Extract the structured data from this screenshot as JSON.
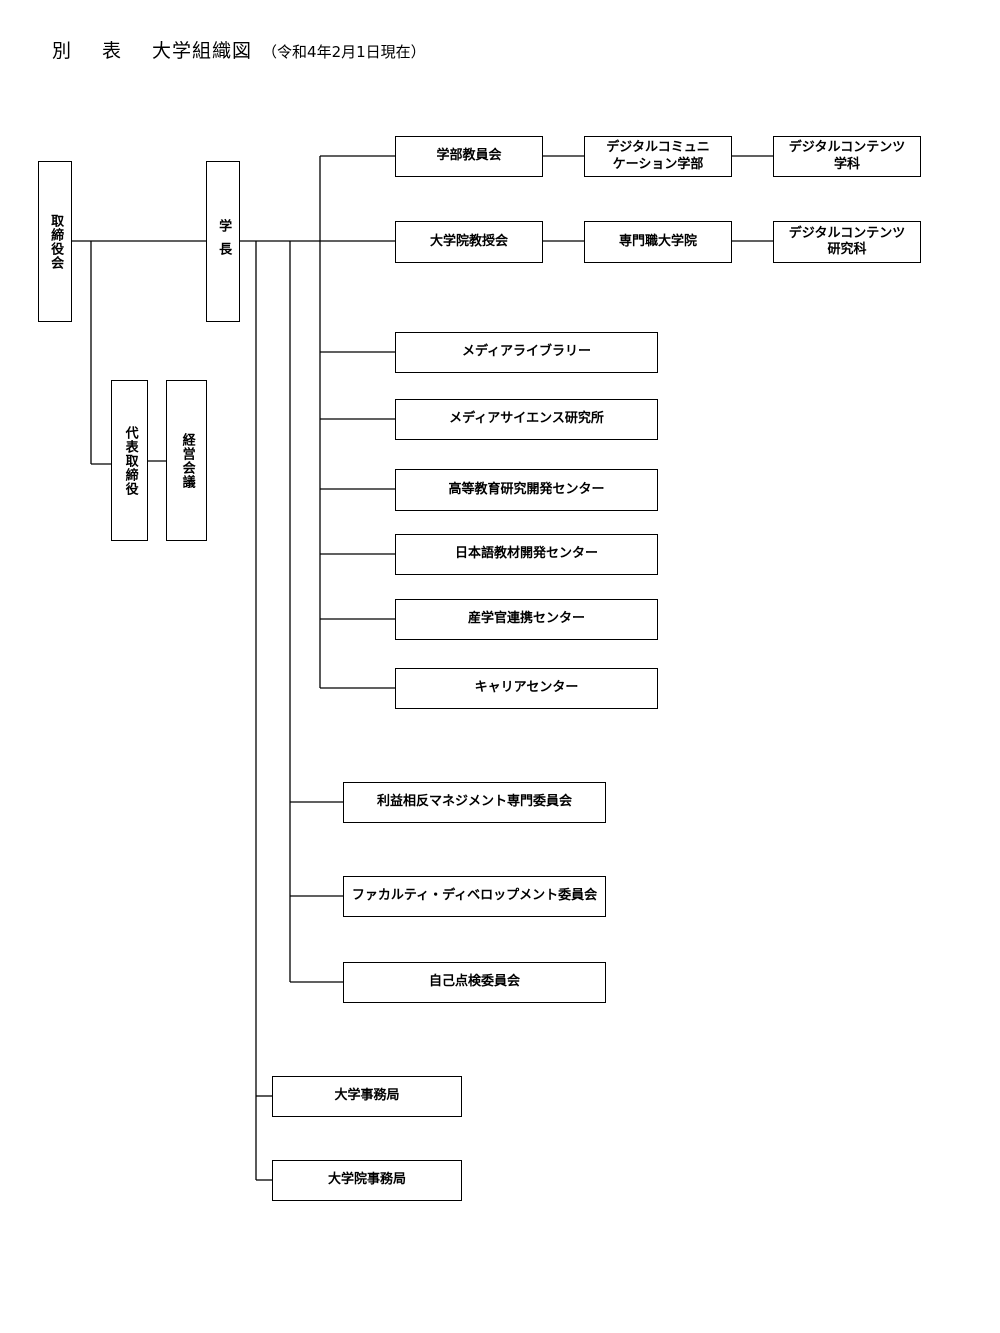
{
  "title": {
    "main_a": "別",
    "main_b": "表",
    "main_c": "大学組織図",
    "date": "（令和4年2月1日現在）"
  },
  "nodes": {
    "board": "取締役会",
    "president": "学長",
    "ceo": "代表取締役",
    "management_council": "経営会議",
    "faculty_meeting": "学部教員会",
    "faculty": {
      "line1": "デジタルコミュニ",
      "line2": "ケーション学部"
    },
    "dept": {
      "line1": "デジタルコンテンツ",
      "line2": "学科"
    },
    "grad_professors": "大学院教授会",
    "prof_grad_school": "専門職大学院",
    "grad_dept": {
      "line1": "デジタルコンテンツ",
      "line2": "研究科"
    },
    "media_library": "メディアライブラリー",
    "media_science": "メディアサイエンス研究所",
    "higher_ed": "高等教育研究開発センター",
    "japanese_materials": "日本語教材開発センター",
    "industry_collab": "産学官連携センター",
    "career": "キャリアセンター",
    "coi_committee": "利益相反マネジメント専門委員会",
    "fd_committee": "ファカルティ・ディベロップメント委員会",
    "self_eval": "自己点検委員会",
    "univ_office": "大学事務局",
    "grad_office": "大学院事務局"
  }
}
